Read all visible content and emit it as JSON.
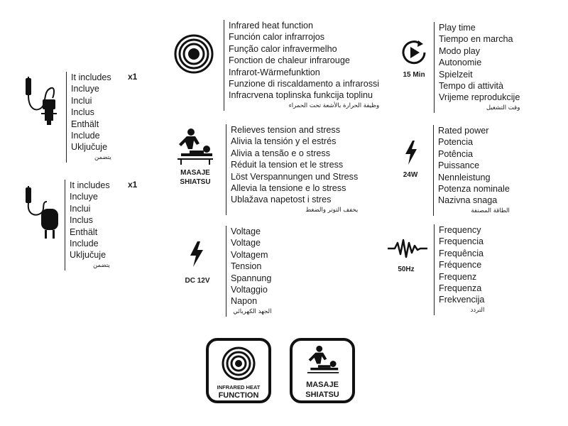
{
  "includes_car": {
    "lines": [
      "It includes",
      "Incluye",
      "Inclui",
      "Inclus",
      "Enthält",
      "Include",
      "Uključuje"
    ],
    "arabic": "يتضمن",
    "qty": "x1"
  },
  "includes_wall": {
    "lines": [
      "It includes",
      "Incluye",
      "Inclui",
      "Inclus",
      "Enthält",
      "Include",
      "Uključuje"
    ],
    "arabic": "يتضمن",
    "qty": "x1"
  },
  "infrared": {
    "lines": [
      "Infrared heat function",
      "Función calor infrarrojos",
      "Função calor infravermelho",
      "Fonction de chaleur infrarouge",
      "Infrarot-Wärmefunktion",
      "Funzione di riscaldamento a infrarossi",
      "Infracrvena toplinska funkcija toplinu"
    ],
    "arabic": "وظيفة الحرارة بالأشعة تحت الحمراء"
  },
  "massage": {
    "caption": [
      "MASAJE",
      "SHIATSU"
    ],
    "lines": [
      "Relieves tension and stress",
      "Alivia la tensión y el estrés",
      "Alivia a tensão e o stress",
      "Réduit la tension et le stress",
      "Löst Verspannungen und Stress",
      "Allevia la tensione e lo stress",
      "Ublažava napetost i stres"
    ],
    "arabic": "يخفف التوتر والضغط"
  },
  "voltage": {
    "caption": "DC 12V",
    "lines": [
      "Voltage",
      "Voltage",
      "Voltagem",
      "Tension",
      "Spannung",
      "Voltaggio",
      "Napon"
    ],
    "arabic": "الجهد الكهربائي"
  },
  "playtime": {
    "caption": "15 Min",
    "lines": [
      "Play time",
      "Tiempo en marcha",
      "Modo play",
      "Autonomie",
      "Spielzeit",
      "Tempo di attività",
      "Vrijeme reprodukcije"
    ],
    "arabic": "وقت التشغيل"
  },
  "power": {
    "caption": "24W",
    "lines": [
      "Rated power",
      "Potencia",
      "Potência",
      "Puissance",
      "Nennleistung",
      "Potenza nominale",
      "Nazivna snaga"
    ],
    "arabic": "الطاقة المصنفة"
  },
  "frequency": {
    "caption": "50Hz",
    "lines": [
      "Frequency",
      "Frequencia",
      "Frequência",
      "Fréquence",
      "Frequenz",
      "Frequenza",
      "Frekvencija"
    ],
    "arabic": "التردد"
  },
  "badge_infrared": [
    "INFRARED HEAT",
    "FUNCTION"
  ],
  "badge_massage": [
    "MASAJE",
    "SHIATSU"
  ]
}
